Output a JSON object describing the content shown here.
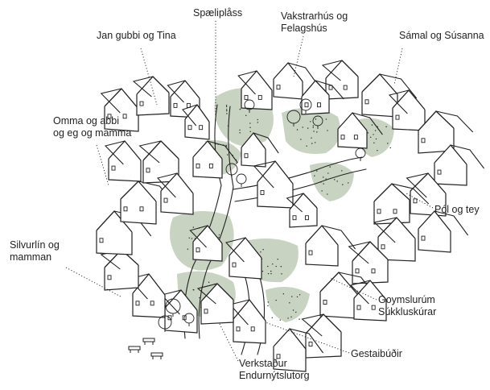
{
  "labels": {
    "spaeliplass": "Spæliplåss",
    "vakstrarhus": {
      "line1": "Vakstrarhús og",
      "line2": "Felagshús"
    },
    "jan": "Jan gubbi og Tina",
    "samal": "Sámal og Súsanna",
    "omma": {
      "line1": "Omma og abbi",
      "line2": "og eg og mamma"
    },
    "pol": "Pól og tey",
    "silvurlin": {
      "line1": "Silvurlín og",
      "line2": "mamman"
    },
    "goymslurum": {
      "line1": "Goymslurúm",
      "line2": "Súkkluskúrar"
    },
    "gestaibudir": "Gestaibúðir",
    "verkstadur": {
      "line1": "Verkstaður",
      "line2": "Endurnýtslutorg"
    }
  },
  "colors": {
    "ink": "#222222",
    "green_wash": "#b7c4ad",
    "paper": "#ffffff"
  }
}
